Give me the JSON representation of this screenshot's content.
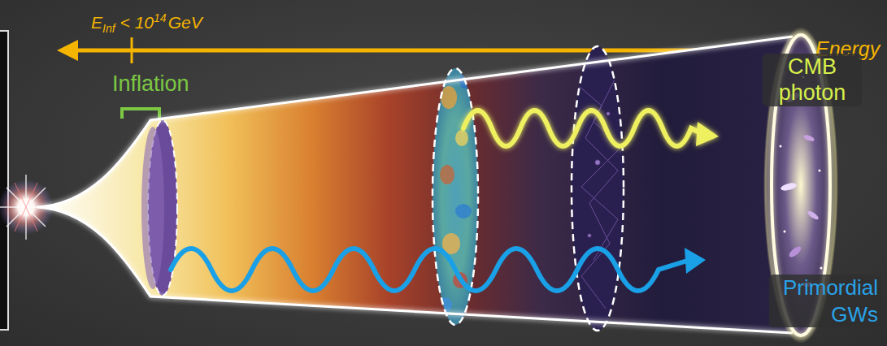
{
  "diagram": {
    "labels": [
      "E",
      "Inf",
      "< 10",
      "14",
      "GeV",
      "Energy",
      "Inflation",
      "CMB photon",
      "Primordial GWs"
    ]
  }
}
